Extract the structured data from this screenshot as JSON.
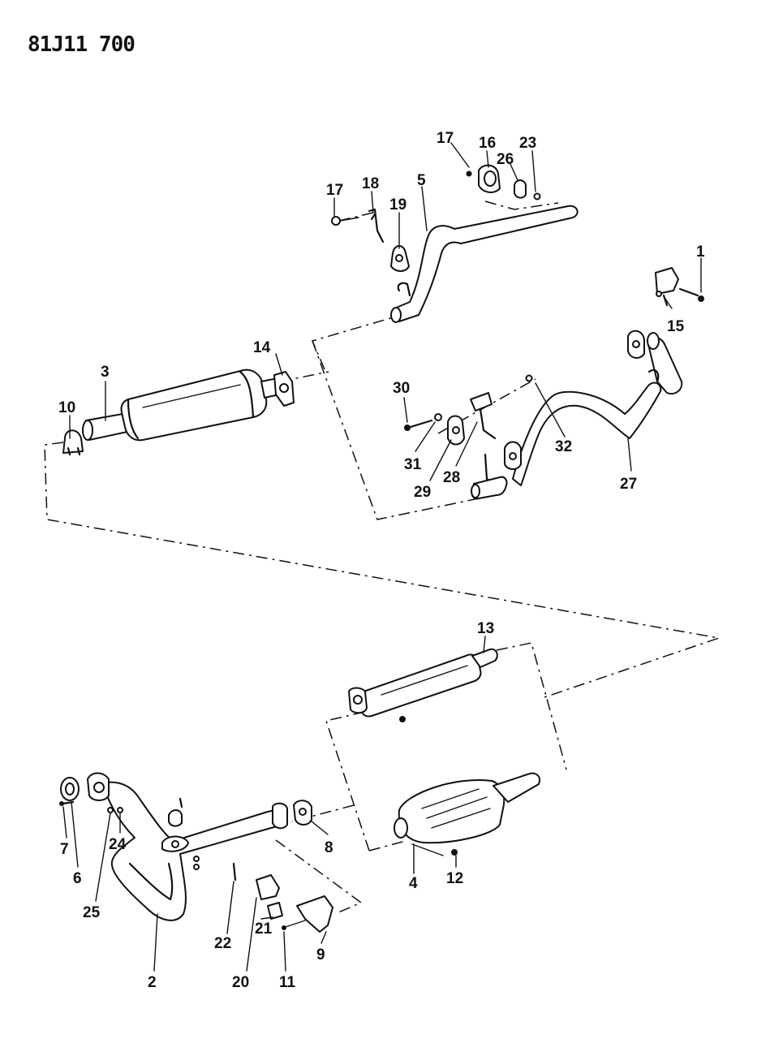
{
  "diagram": {
    "code": "81J11 700",
    "callouts": [
      {
        "id": "c1",
        "label": "1"
      },
      {
        "id": "c2",
        "label": "2"
      },
      {
        "id": "c3",
        "label": "3"
      },
      {
        "id": "c4",
        "label": "4"
      },
      {
        "id": "c5",
        "label": "5"
      },
      {
        "id": "c6",
        "label": "6"
      },
      {
        "id": "c7",
        "label": "7"
      },
      {
        "id": "c8",
        "label": "8"
      },
      {
        "id": "c9",
        "label": "9"
      },
      {
        "id": "c10",
        "label": "10"
      },
      {
        "id": "c11",
        "label": "11"
      },
      {
        "id": "c12",
        "label": "12"
      },
      {
        "id": "c13",
        "label": "13"
      },
      {
        "id": "c14",
        "label": "14"
      },
      {
        "id": "c15",
        "label": "15"
      },
      {
        "id": "c16",
        "label": "16"
      },
      {
        "id": "c17a",
        "label": "17"
      },
      {
        "id": "c17b",
        "label": "17"
      },
      {
        "id": "c18",
        "label": "18"
      },
      {
        "id": "c19",
        "label": "19"
      },
      {
        "id": "c20",
        "label": "20"
      },
      {
        "id": "c21",
        "label": "21"
      },
      {
        "id": "c22",
        "label": "22"
      },
      {
        "id": "c23",
        "label": "23"
      },
      {
        "id": "c24",
        "label": "24"
      },
      {
        "id": "c25",
        "label": "25"
      },
      {
        "id": "c26",
        "label": "26"
      },
      {
        "id": "c27",
        "label": "27"
      },
      {
        "id": "c28",
        "label": "28"
      },
      {
        "id": "c29",
        "label": "29"
      },
      {
        "id": "c30",
        "label": "30"
      },
      {
        "id": "c31",
        "label": "31"
      },
      {
        "id": "c32",
        "label": "32"
      }
    ]
  }
}
